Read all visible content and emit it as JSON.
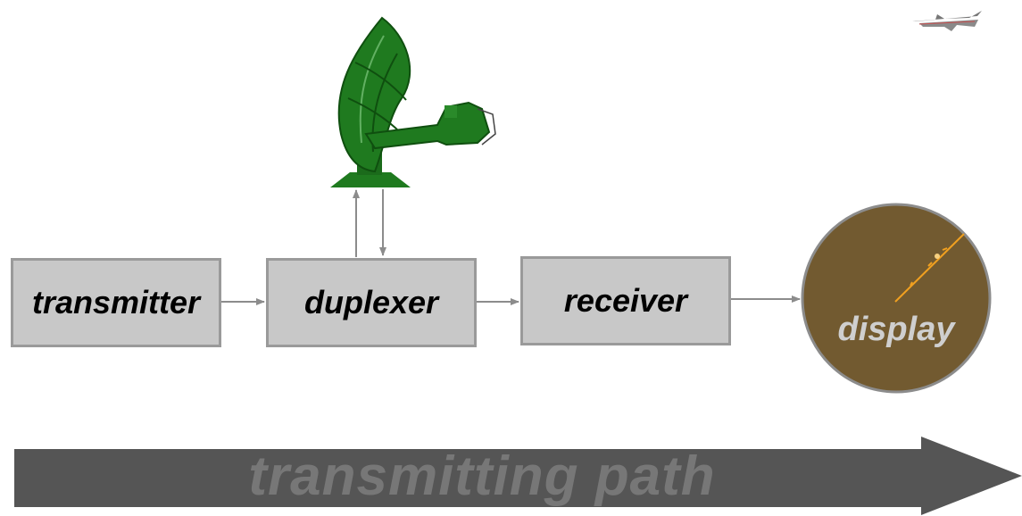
{
  "blocks": {
    "transmitter": "transmitter",
    "duplexer": "duplexer",
    "receiver": "receiver",
    "display": "display"
  },
  "path_label": "transmitting path",
  "icons": [
    "radar-antenna-icon",
    "airplane-icon"
  ],
  "colors": {
    "block_fill": "#c8c8c8",
    "block_border": "#9a9a9a",
    "display_fill": "#725a30",
    "display_border": "#8c8c8c",
    "sweep_line": "#f0a020",
    "antenna_green": "#1f7a1f",
    "path_arrow": "#555555",
    "connector": "#8c8c8c"
  }
}
